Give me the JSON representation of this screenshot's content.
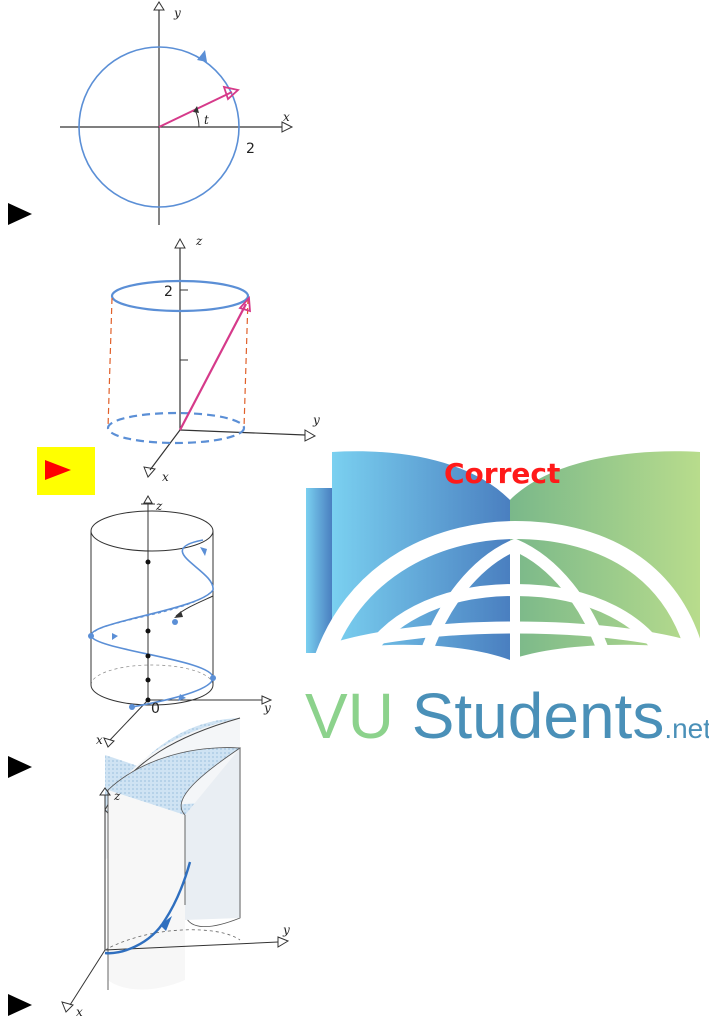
{
  "figure1": {
    "y_label": "y",
    "x_label": "x",
    "t_label": "t",
    "radius_label": "2"
  },
  "figure2": {
    "z_label": "z",
    "y_label": "y",
    "x_label": "x",
    "height_label": "2"
  },
  "figure3": {
    "z_label": "z",
    "y_label": "y",
    "x_label": "x",
    "origin_label": "0"
  },
  "figure4": {
    "z_label": "z",
    "y_label": "y",
    "x_label": "x"
  },
  "answer": {
    "status_label": "Correct",
    "selected_option": 2
  },
  "watermark": {
    "brand_main": "VU Students",
    "brand_suffix": ".net"
  },
  "colors": {
    "blue": "#5b8fd6",
    "magenta": "#d63a8a",
    "dashed_red": "#e0602a",
    "highlight": "#ffff00",
    "marker_red": "#ff0000"
  }
}
